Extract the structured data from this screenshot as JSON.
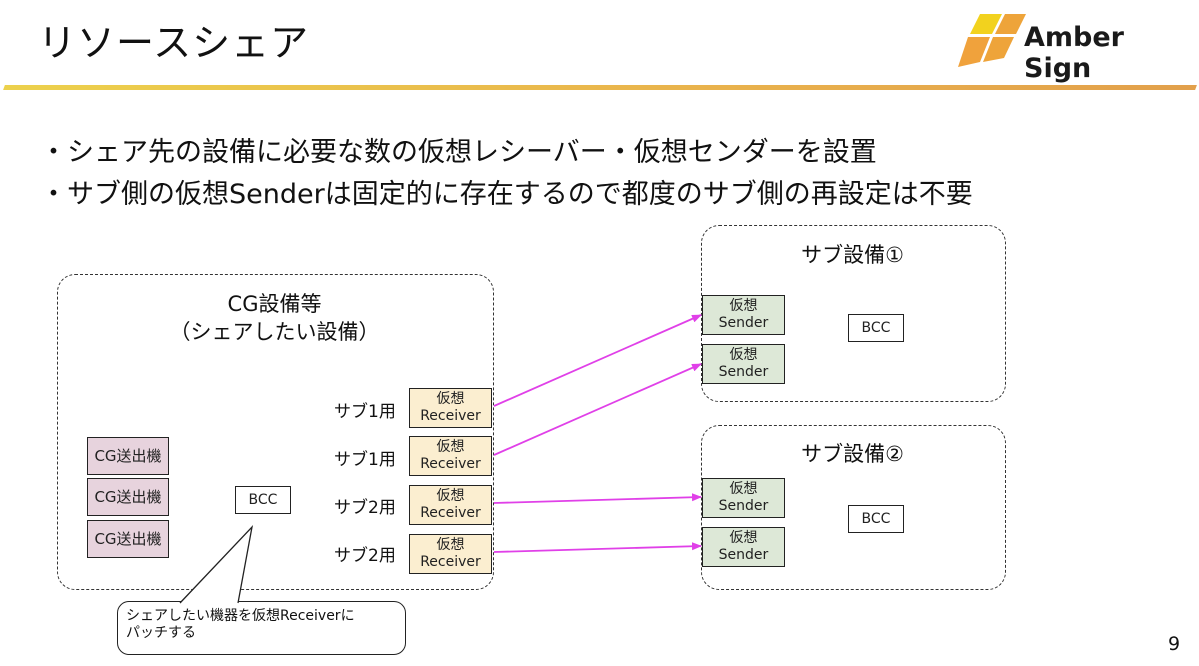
{
  "slide": {
    "title": "リソースシェア",
    "page_number": "9",
    "logo": {
      "icon": "amber-sign-logo-icon",
      "text": "Amber Sign"
    },
    "bullets": [
      "・シェア先の設備に必要な数の仮想レシーバー・仮想センダーを設置",
      "・サブ側の仮想Senderは固定的に存在するので都度のサブ側の再設定は不要"
    ]
  },
  "diagram": {
    "main_group": {
      "title_line1": "CG設備等",
      "title_line2": "（シェアしたい設備）",
      "cg_devices": [
        "CG送出機",
        "CG送出機",
        "CG送出機"
      ],
      "bcc": "BCC",
      "receivers": [
        {
          "label": "サブ1用",
          "line1": "仮想",
          "line2": "Receiver"
        },
        {
          "label": "サブ1用",
          "line1": "仮想",
          "line2": "Receiver"
        },
        {
          "label": "サブ2用",
          "line1": "仮想",
          "line2": "Receiver"
        },
        {
          "label": "サブ2用",
          "line1": "仮想",
          "line2": "Receiver"
        }
      ]
    },
    "sub_groups": [
      {
        "title": "サブ設備①",
        "bcc": "BCC",
        "senders": [
          {
            "line1": "仮想",
            "line2": "Sender"
          },
          {
            "line1": "仮想",
            "line2": "Sender"
          }
        ]
      },
      {
        "title": "サブ設備②",
        "bcc": "BCC",
        "senders": [
          {
            "line1": "仮想",
            "line2": "Sender"
          },
          {
            "line1": "仮想",
            "line2": "Sender"
          }
        ]
      }
    ],
    "callout": {
      "line1": "シェアしたい機器を仮想Receiverに",
      "line2": "パッチする"
    },
    "arrow_color": "#e040e8",
    "colors": {
      "cg_device_fill": "#e7d3dd",
      "receiver_fill": "#fbeed0",
      "sender_fill": "#dde8d7",
      "accent_rule": "#e9b24c"
    }
  }
}
